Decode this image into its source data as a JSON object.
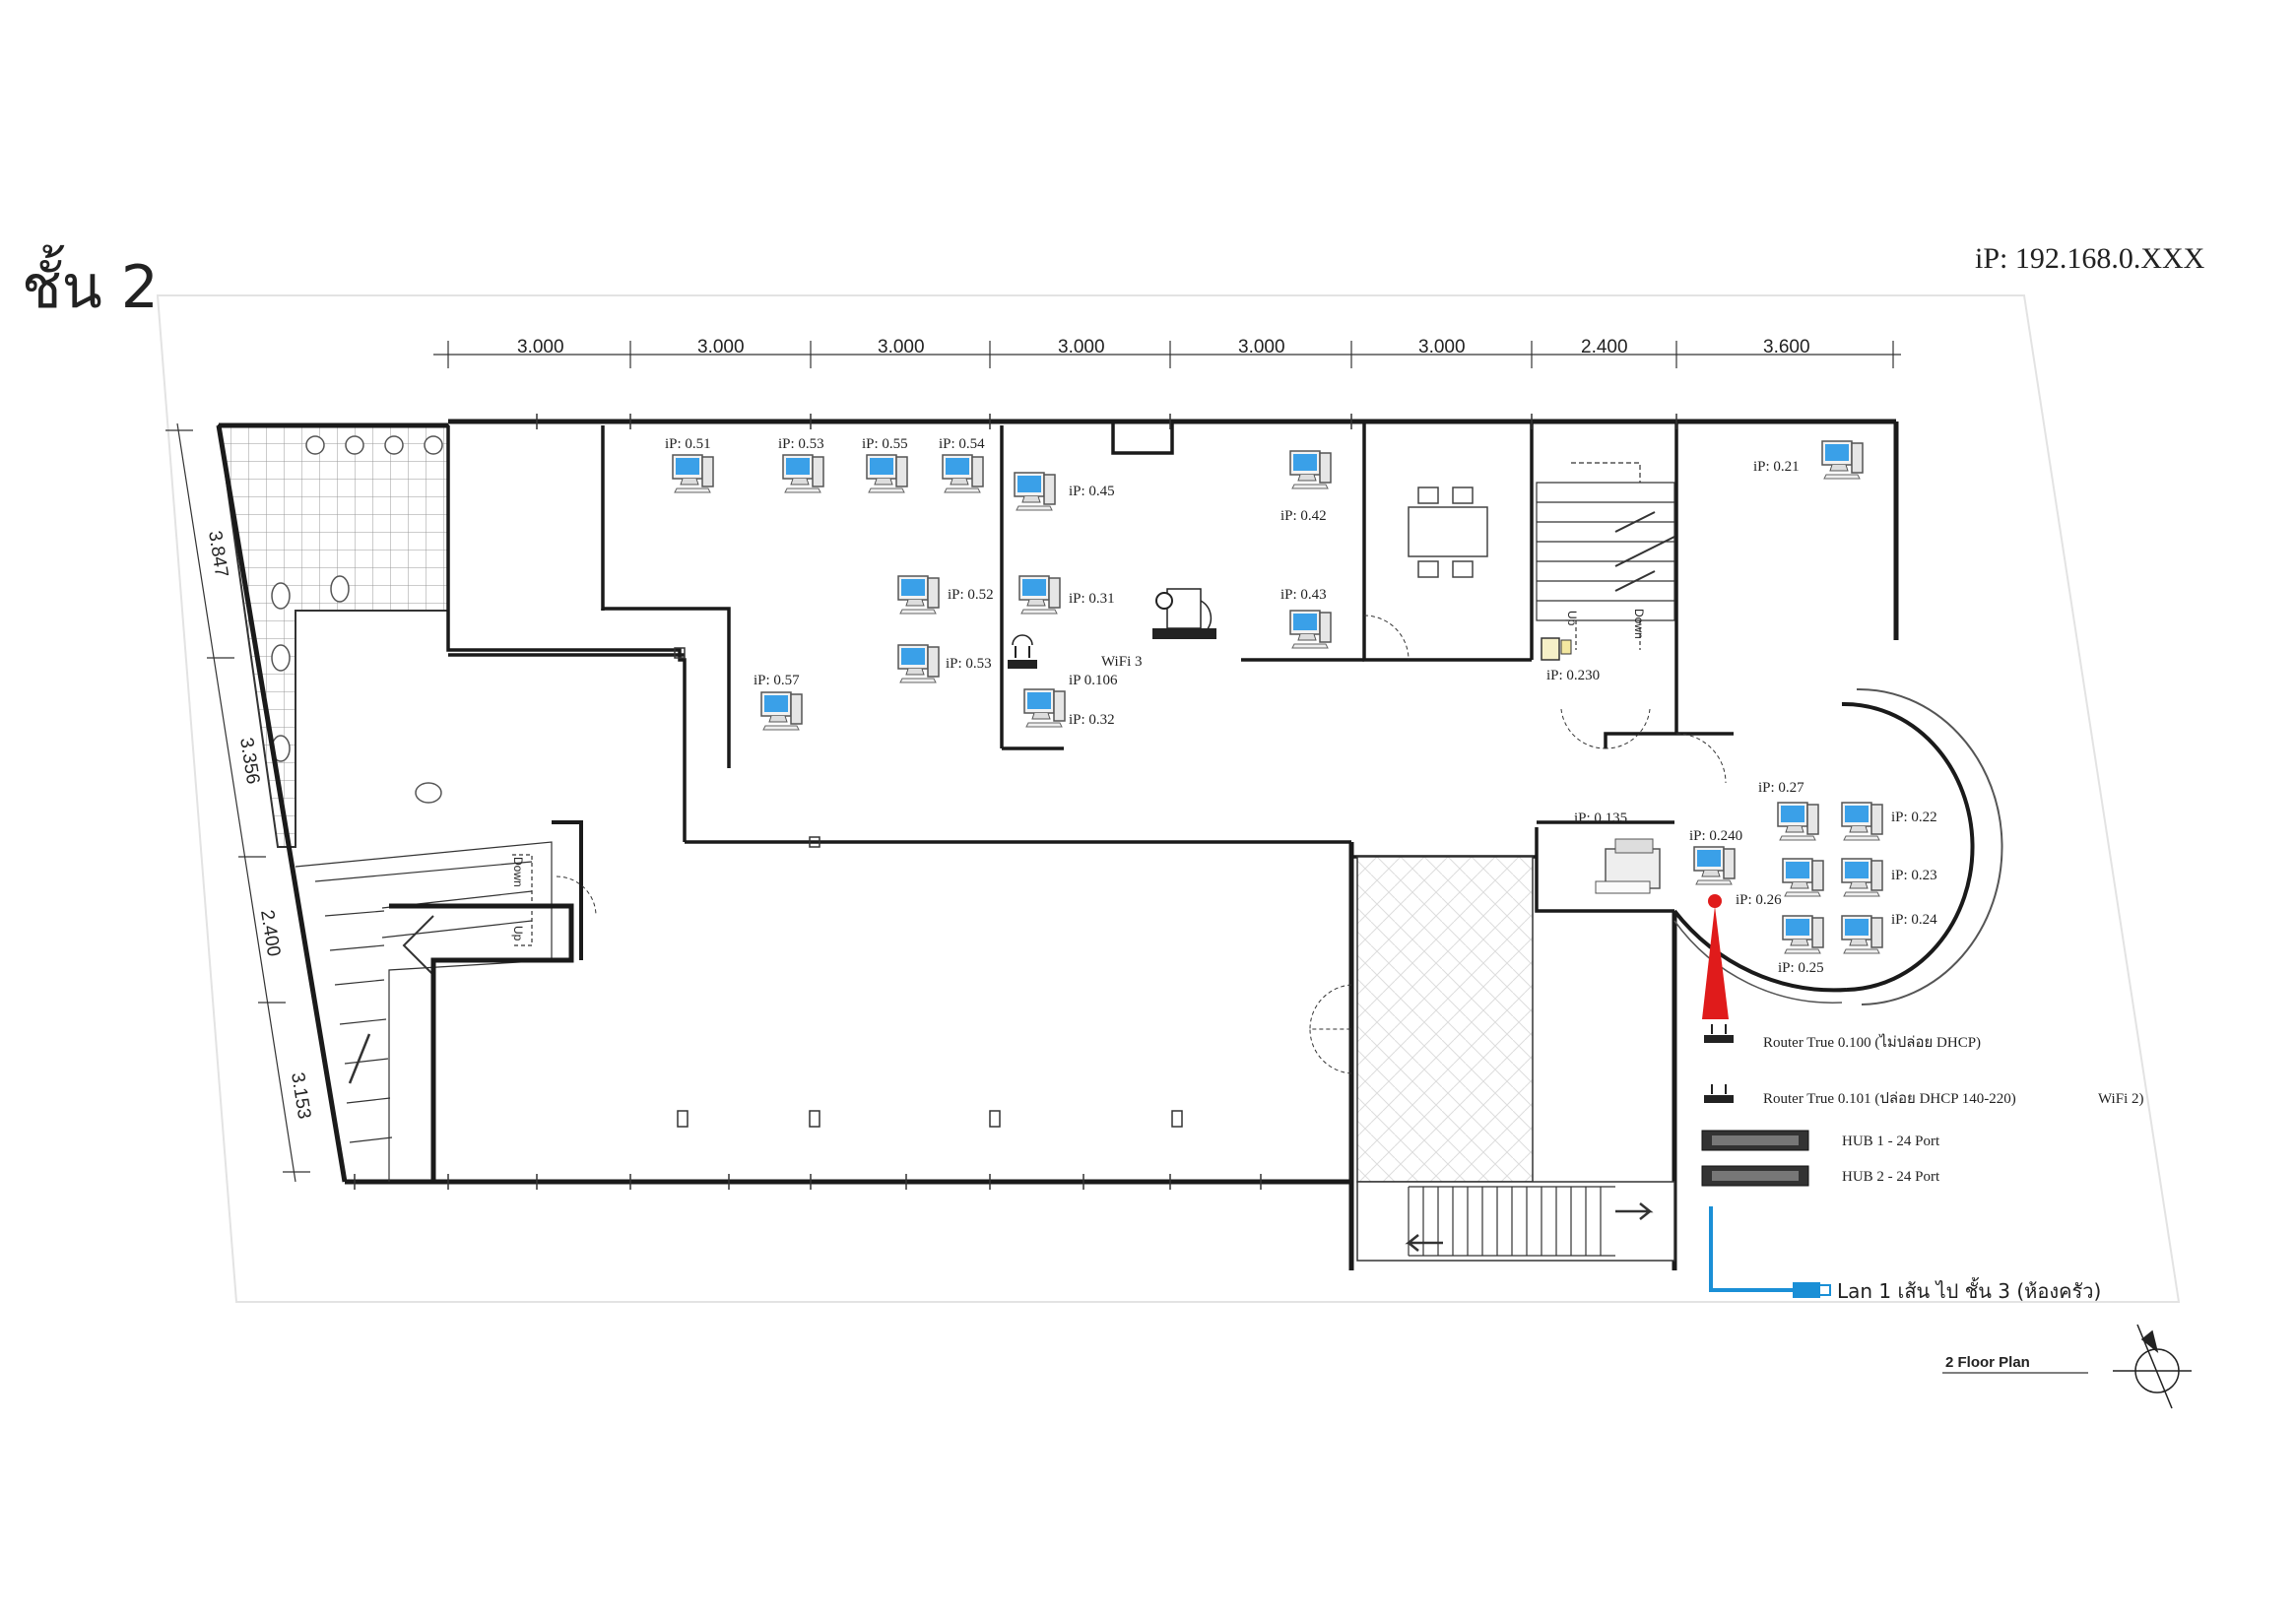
{
  "title": "ชั้น 2",
  "subnet": "iP: 192.168.0.XXX",
  "dimensions_top": [
    "3.000",
    "3.000",
    "3.000",
    "3.000",
    "3.000",
    "3.000",
    "2.400",
    "3.600"
  ],
  "dimensions_left": [
    "3.847",
    "3.356",
    "2.400",
    "3.153"
  ],
  "computers": [
    {
      "label": "iP: 0.51"
    },
    {
      "label": "iP: 0.53"
    },
    {
      "label": "iP: 0.55"
    },
    {
      "label": "iP: 0.54"
    },
    {
      "label": "iP: 0.45"
    },
    {
      "label": "iP: 0.42"
    },
    {
      "label": "iP: 0.21"
    },
    {
      "label": "iP: 0.52"
    },
    {
      "label": "iP: 0.31"
    },
    {
      "label": "iP: 0.43"
    },
    {
      "label": "iP: 0.53"
    },
    {
      "label": "iP 0.106"
    },
    {
      "label": "iP: 0.57"
    },
    {
      "label": "iP: 0.32"
    },
    {
      "label": "iP: 0.27"
    },
    {
      "label": "iP: 0.22"
    },
    {
      "label": "iP: 0.240"
    },
    {
      "label": "iP: 0.23"
    },
    {
      "label": "iP: 0.26"
    },
    {
      "label": "iP: 0.24"
    },
    {
      "label": "iP: 0.25"
    }
  ],
  "devices": {
    "wifi3": "WiFi 3",
    "phone_ip": "iP: 0.230",
    "printer_ip": "iP: 0.135"
  },
  "stairs": {
    "up": "Up",
    "down": "Down"
  },
  "legend": {
    "router1": "Router True 0.100 (ไม่ปล่อย DHCP)",
    "router2": "Router True 0.101 (ปล่อย DHCP 140-220)",
    "wifi2": "WiFi 2)",
    "hub1": "HUB 1 - 24 Port",
    "hub2": "HUB 2 - 24 Port",
    "lan": "Lan 1 เส้น ไป ชั้น 3 (ห้องครัว)"
  },
  "plan_label": "2 Floor Plan",
  "colors": {
    "accent_red": "#e01b1b",
    "lan_blue": "#1a8fd6",
    "monitor_blue": "#3aa0e8"
  }
}
